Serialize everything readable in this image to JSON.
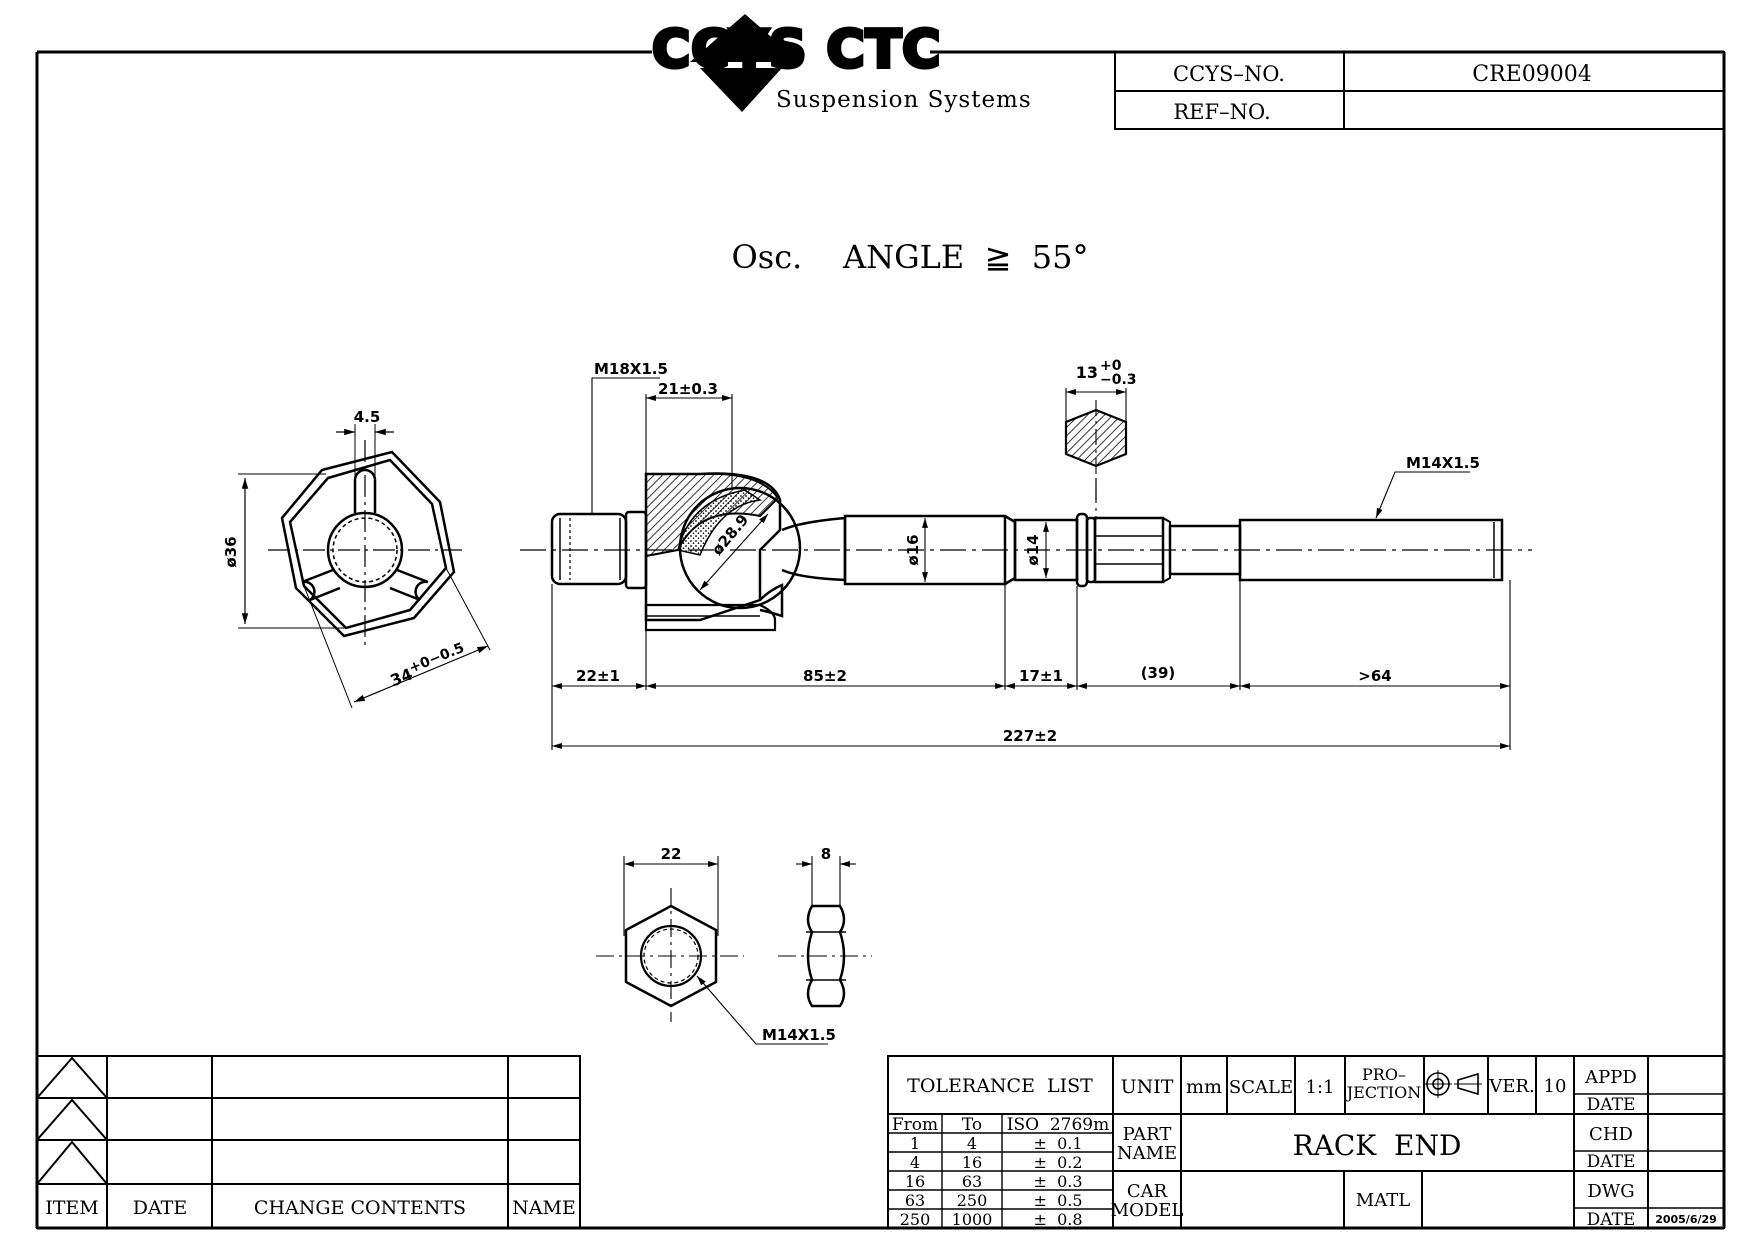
{
  "header": {
    "logo_text": "CCYS CTC",
    "tagline": "Suspension Systems",
    "ccys_no_label": "CCYS–NO.",
    "ccys_no_value": "CRE09004",
    "ref_no_label": "REF–NO.",
    "ref_no_value": ""
  },
  "drawing": {
    "note": "Osc.    ANGLE  ≧  55°",
    "dims": {
      "slot_width": "4.5",
      "end_diameter": "ø36",
      "end_flats_main": "34",
      "end_flats_tol": "+0−0.5",
      "thread_inner": "M18X1.5",
      "socket_length": "21±0.3",
      "ball_diameter": "ø28.9",
      "shaft_diameter": "ø16",
      "neck_diameter": "ø14",
      "hex_flats_main": "13",
      "hex_flats_tol_plus": "+0",
      "hex_flats_tol_minus": "−0.3",
      "thread_outer": "M14X1.5",
      "len_a": "22±1",
      "len_b": "85±2",
      "len_c": "17±1",
      "len_d": "(39)",
      "len_e": ">64",
      "total_length": "227±2",
      "nut_width": "22",
      "nut_thickness": "8",
      "nut_thread": "M14X1.5"
    }
  },
  "revision_table": {
    "headers": [
      "ITEM",
      "DATE",
      "CHANGE CONTENTS",
      "NAME"
    ]
  },
  "title_block": {
    "tolerance_title": "TOLERANCE  LIST",
    "tolerance_headers": [
      "From",
      "To",
      "ISO  2769m"
    ],
    "tolerance_rows": [
      [
        "1",
        "4",
        "±  0.1"
      ],
      [
        "4",
        "16",
        "±  0.2"
      ],
      [
        "16",
        "63",
        "±  0.3"
      ],
      [
        "63",
        "250",
        "±  0.5"
      ],
      [
        "250",
        "1000",
        "±  0.8"
      ]
    ],
    "unit_label": "UNIT",
    "unit_value": "mm",
    "scale_label": "SCALE",
    "scale_value": "1:1",
    "projection_label_1": "PRO–",
    "projection_label_2": "JECTION",
    "ver_label": "VER.",
    "ver_value": "10",
    "part_name_label_1": "PART",
    "part_name_label_2": "NAME",
    "part_name_value": "RACK  END",
    "car_model_label_1": "CAR",
    "car_model_label_2": "MODEL",
    "matl_label": "MATL",
    "appd_label": "APPD",
    "chd_label": "CHD",
    "dwg_label": "DWG",
    "date_label": "DATE",
    "dwg_date_value": "2005/6/29"
  }
}
